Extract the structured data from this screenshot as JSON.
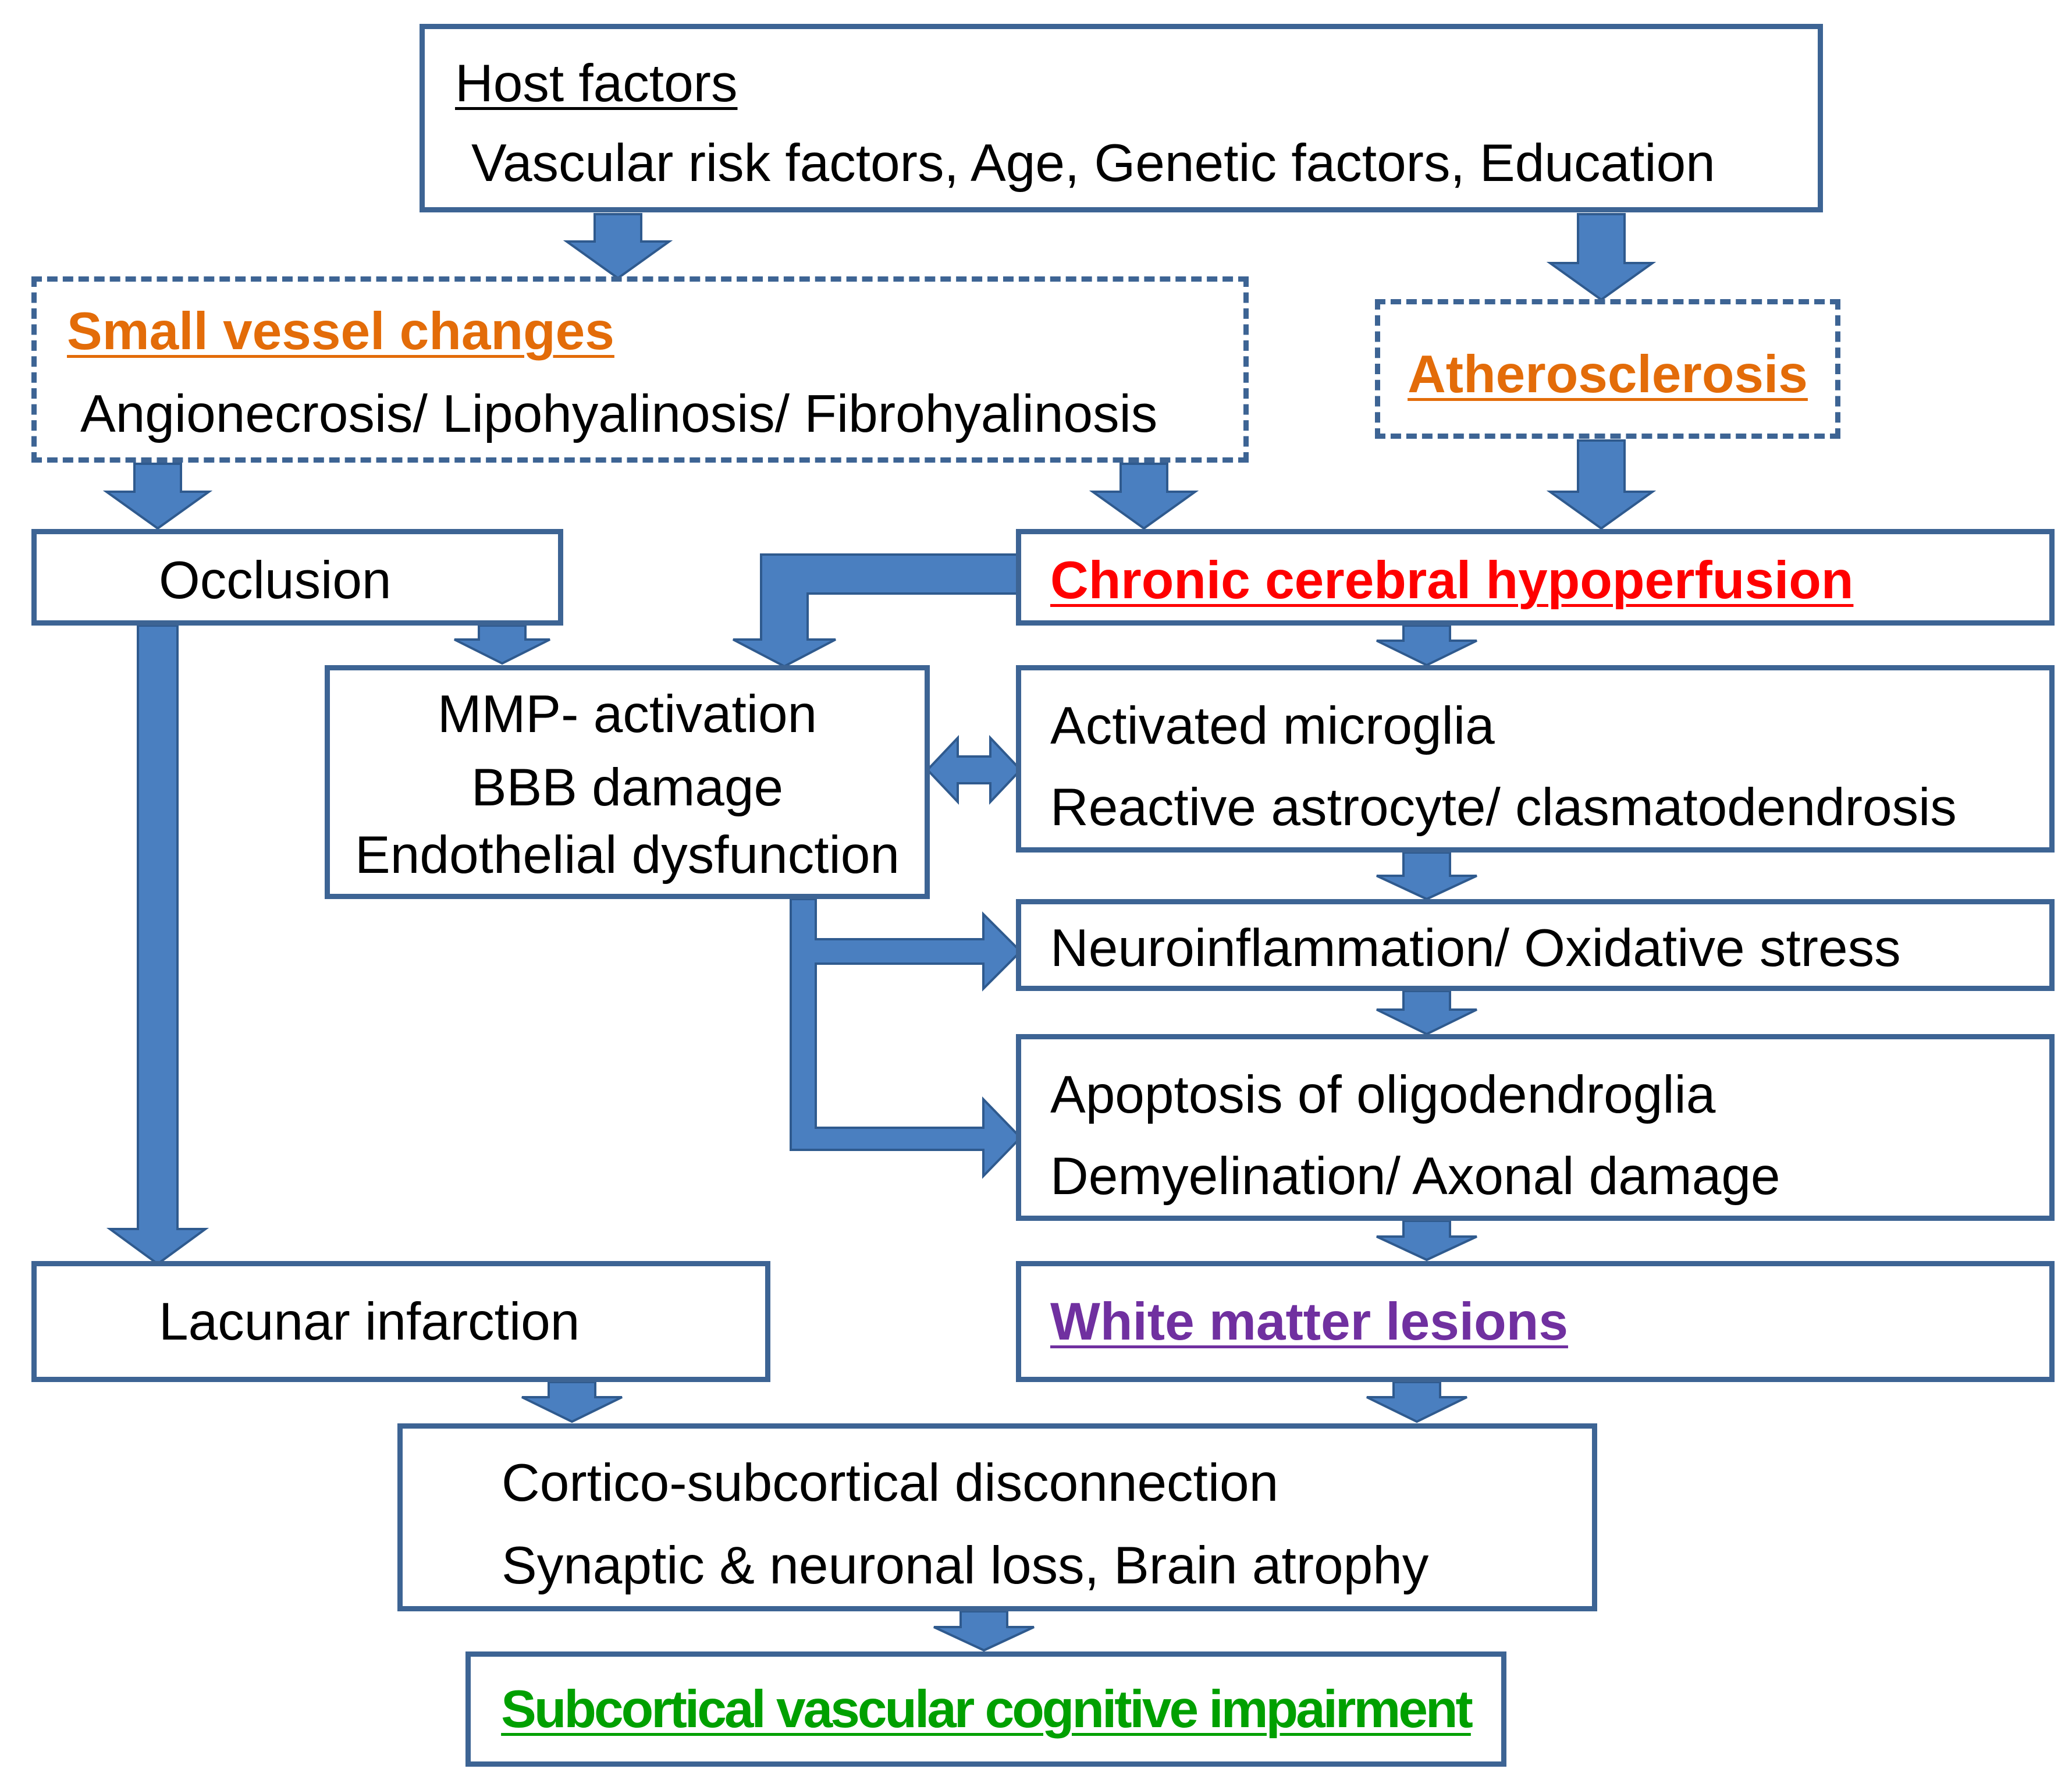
{
  "colors": {
    "box_border": "#3d6494",
    "arrow_fill": "#4a7fc0",
    "small_vessel": "#e36c09",
    "atherosclerosis": "#e36c09",
    "hypoperfusion": "#ff0000",
    "white_matter": "#7030a0",
    "outcome": "#00a000"
  },
  "nodes": {
    "host_factors": {
      "title": "Host factors",
      "detail": "Vascular risk factors, Age, Genetic factors, Education"
    },
    "small_vessel": {
      "title": "Small vessel changes",
      "detail": "Angionecrosis/ Lipohyalinosis/ Fibrohyalinosis"
    },
    "atherosclerosis": {
      "title": "Atherosclerosis"
    },
    "occlusion": {
      "label": "Occlusion"
    },
    "hypoperfusion": {
      "label": "Chronic cerebral hypoperfusion"
    },
    "mmp": {
      "line1": "MMP- activation",
      "line2": "BBB damage",
      "line3": "Endothelial dysfunction"
    },
    "microglia": {
      "line1": "Activated microglia",
      "line2": "Reactive astrocyte/ clasmatodendrosis"
    },
    "neuroinflammation": {
      "label": "Neuroinflammation/ Oxidative stress"
    },
    "apoptosis": {
      "line1": "Apoptosis of oligodendroglia",
      "line2": "Demyelination/ Axonal damage"
    },
    "lacunar": {
      "label": "Lacunar infarction"
    },
    "white_matter": {
      "label": "White matter lesions"
    },
    "cortico": {
      "line1": "Cortico-subcortical disconnection",
      "line2": "Synaptic & neuronal loss, Brain atrophy"
    },
    "outcome": {
      "label": "Subcortical vascular cognitive impairment"
    }
  }
}
